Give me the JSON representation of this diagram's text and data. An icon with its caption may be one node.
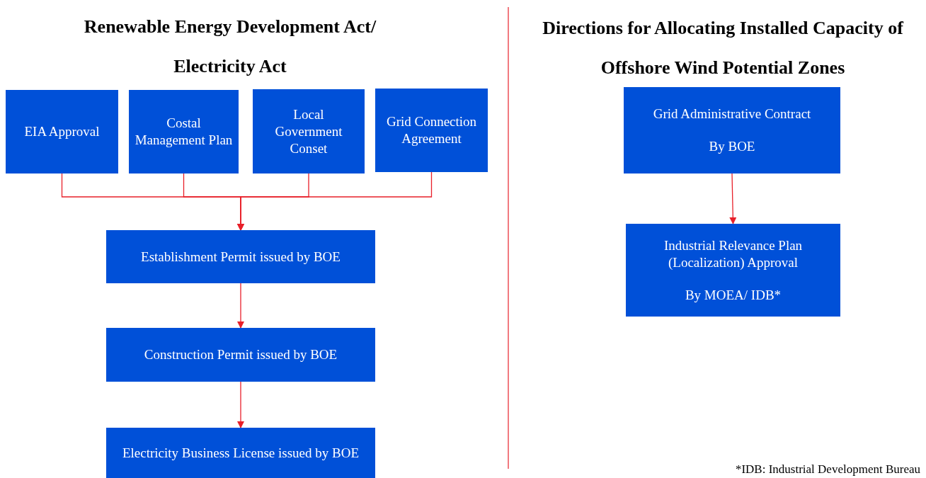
{
  "diagram": {
    "nodes": [
      {
        "text": [
          "EIA Approval"
        ]
      },
      {
        "text": [
          "Costal Management Plan"
        ]
      },
      {
        "text": [
          "Local Government Conset"
        ]
      },
      {
        "text": [
          "Grid Connection Agreement"
        ]
      },
      {
        "text": [
          "Establishment Permit issued by BOE"
        ]
      },
      {
        "text": [
          "Construction Permit issued by BOE"
        ]
      },
      {
        "text": [
          "Electricity Business License issued by BOE"
        ]
      },
      {
        "text": [
          "Grid Administrative Contract",
          "By BOE"
        ]
      },
      {
        "text": [
          "Industrial Relevance Plan (Localization) Approval",
          "By MOEA/ IDB*"
        ]
      }
    ],
    "edges": [
      {
        "from": 0,
        "to": 4,
        "arrow": "to"
      },
      {
        "from": 1,
        "to": 4,
        "arrow": "to"
      },
      {
        "from": 2,
        "to": 4,
        "arrow": "to"
      },
      {
        "from": 3,
        "to": 4,
        "arrow": "to"
      },
      {
        "from": 4,
        "to": 5,
        "arrow": "to"
      },
      {
        "from": 5,
        "to": 6,
        "arrow": "to"
      },
      {
        "from": 7,
        "to": 8,
        "arrow": "to"
      }
    ],
    "labels": [
      "Renewable Energy Development Act/ Electricity Act",
      "Directions for Allocating Installed Capacity of Offshore Wind Potential Zones",
      "*IDB: Industrial Development Bureau"
    ]
  }
}
